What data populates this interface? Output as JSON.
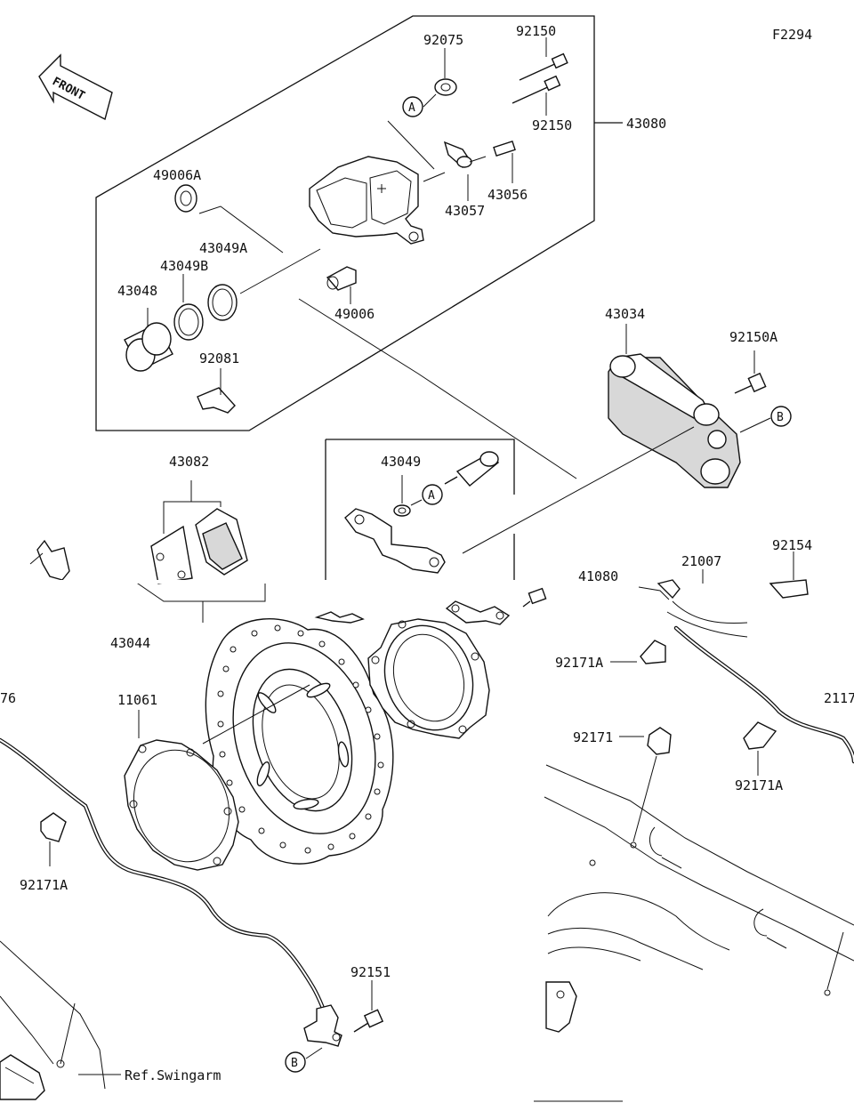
{
  "figure_code": "F2294",
  "front_badge": "FRONT",
  "ref_note": "Ref.Swingarm",
  "callout_markers": [
    "A",
    "A",
    "B",
    "B"
  ],
  "part_labels": {
    "p92075": "92075",
    "p92150_top": "92150",
    "p92150_mid": "92150",
    "p43080": "43080",
    "p49006A": "49006A",
    "p43057": "43057",
    "p43056": "43056",
    "p43049A": "43049A",
    "p43049B": "43049B",
    "p43048": "43048",
    "p49006": "49006",
    "p92081": "92081",
    "p43034": "43034",
    "p92150A": "92150A",
    "p43082": "43082",
    "p43049": "43049",
    "p92154": "92154",
    "p21007": "21007",
    "p41080": "41080",
    "p43044": "43044",
    "p11061": "11061",
    "p92171A_1": "92171A",
    "p92171": "92171",
    "p92171A_2": "92171A",
    "p92171A_3": "92171A",
    "p92151": "92151",
    "p76": "76",
    "p2117": "2117"
  }
}
